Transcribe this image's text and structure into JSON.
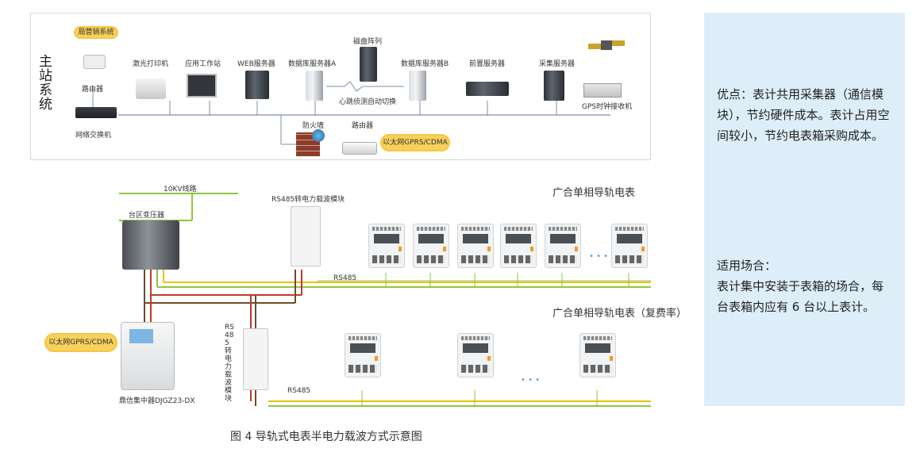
{
  "top": {
    "title_chars": [
      "主",
      "站",
      "系",
      "统"
    ],
    "cloud_marketing": "局营销系统",
    "router1": "路由器",
    "switch": "网络交换机",
    "laser_printer": "激光打印机",
    "workstation": "应用工作站",
    "web_server": "WEB服务器",
    "db_server_a": "数据库服务器A",
    "disk_array": "磁盘阵列",
    "db_server_b": "数据库服务器B",
    "heartbeat": "心跳侦测自动切换",
    "front_server": "前置服务器",
    "collect_server": "采集服务器",
    "gps": "GPS时钟接收机",
    "firewall": "防火墙",
    "router2": "路由器",
    "cloud_eth": "以太网GPRS/CDMA"
  },
  "bottom": {
    "line_10kv": "10KV线路",
    "transformer": "台区变压器",
    "rs485_module_top": "RS485转电力载波模块",
    "rs485_module_side": "RS485转电力载波模块",
    "meters_title": "广合单相导轨电表",
    "meters_title2": "广合单相导轨电表（复费率）",
    "rs485_a": "RS485",
    "rs485_b": "RS485",
    "cloud_eth": "以太网GPRS/CDMA",
    "concentrator": "鼎信集中器DJGZ23-DX",
    "dots": "• • •"
  },
  "side": {
    "advantage": "优点：表计共用采集器（通信模块），节约硬件成本。表计占用空间较小，节约电表箱采购成本。",
    "scenario_title": "适用场合：",
    "scenario": "表计集中安装于表箱的场合，每台表箱内应有 6 台以上表计。"
  },
  "caption": "图 4 导轨式电表半电力载波方式示意图"
}
